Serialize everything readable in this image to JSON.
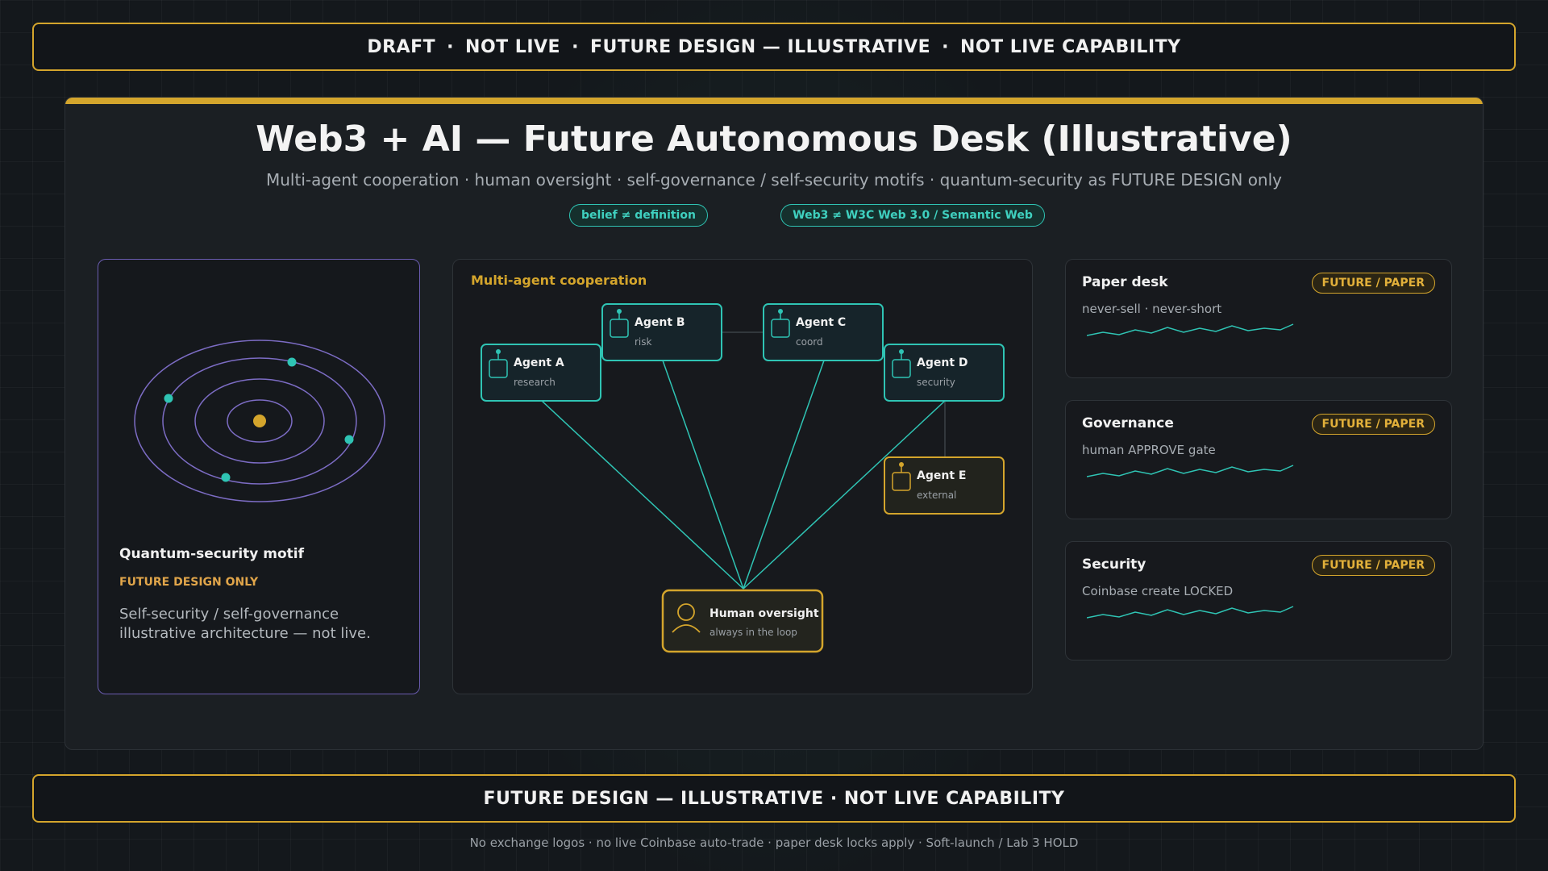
{
  "banner_top": {
    "items": [
      "DRAFT",
      "NOT LIVE",
      "FUTURE DESIGN — ILLUSTRATIVE",
      "NOT LIVE CAPABILITY"
    ],
    "separator": "·"
  },
  "header": {
    "title": "Web3 + AI — Future Autonomous Desk (Illustrative)",
    "subtitle": "Multi-agent cooperation · human oversight · self-governance / self-security motifs · quantum-security as FUTURE DESIGN only",
    "pills": [
      "belief ≠ definition",
      "Web3 ≠ W3C Web 3.0 / Semantic Web"
    ]
  },
  "quantum_card": {
    "title": "Quantum-security motif",
    "tag": "FUTURE DESIGN ONLY",
    "description": "Self-security / self-governance illustrative architecture — not live."
  },
  "cooperation": {
    "title": "Multi-agent cooperation",
    "agents": [
      {
        "name": "Agent A",
        "role": "research"
      },
      {
        "name": "Agent B",
        "role": "risk"
      },
      {
        "name": "Agent C",
        "role": "coord"
      },
      {
        "name": "Agent D",
        "role": "security"
      },
      {
        "name": "Agent E",
        "role": "external"
      }
    ],
    "human": {
      "name": "Human oversight",
      "note": "always in the loop"
    }
  },
  "side_cards": [
    {
      "title": "Paper desk",
      "description": "never-sell · never-short",
      "badge": "FUTURE / PAPER"
    },
    {
      "title": "Governance",
      "description": "human APPROVE gate",
      "badge": "FUTURE / PAPER"
    },
    {
      "title": "Security",
      "description": "Coinbase create LOCKED",
      "badge": "FUTURE / PAPER"
    }
  ],
  "banner_bottom": "FUTURE DESIGN — ILLUSTRATIVE · NOT LIVE CAPABILITY",
  "footnote": "No exchange logos · no live Coinbase auto-trade · paper desk locks apply · Soft-launch / Lab 3 HOLD",
  "colors": {
    "gold": "#d4a52c",
    "teal": "#2fc4b4",
    "violet": "#7c6cc4",
    "background": "#14181c"
  },
  "icons": [
    "agent-icon",
    "person-icon",
    "orbit-icon",
    "sparkline-icon"
  ]
}
